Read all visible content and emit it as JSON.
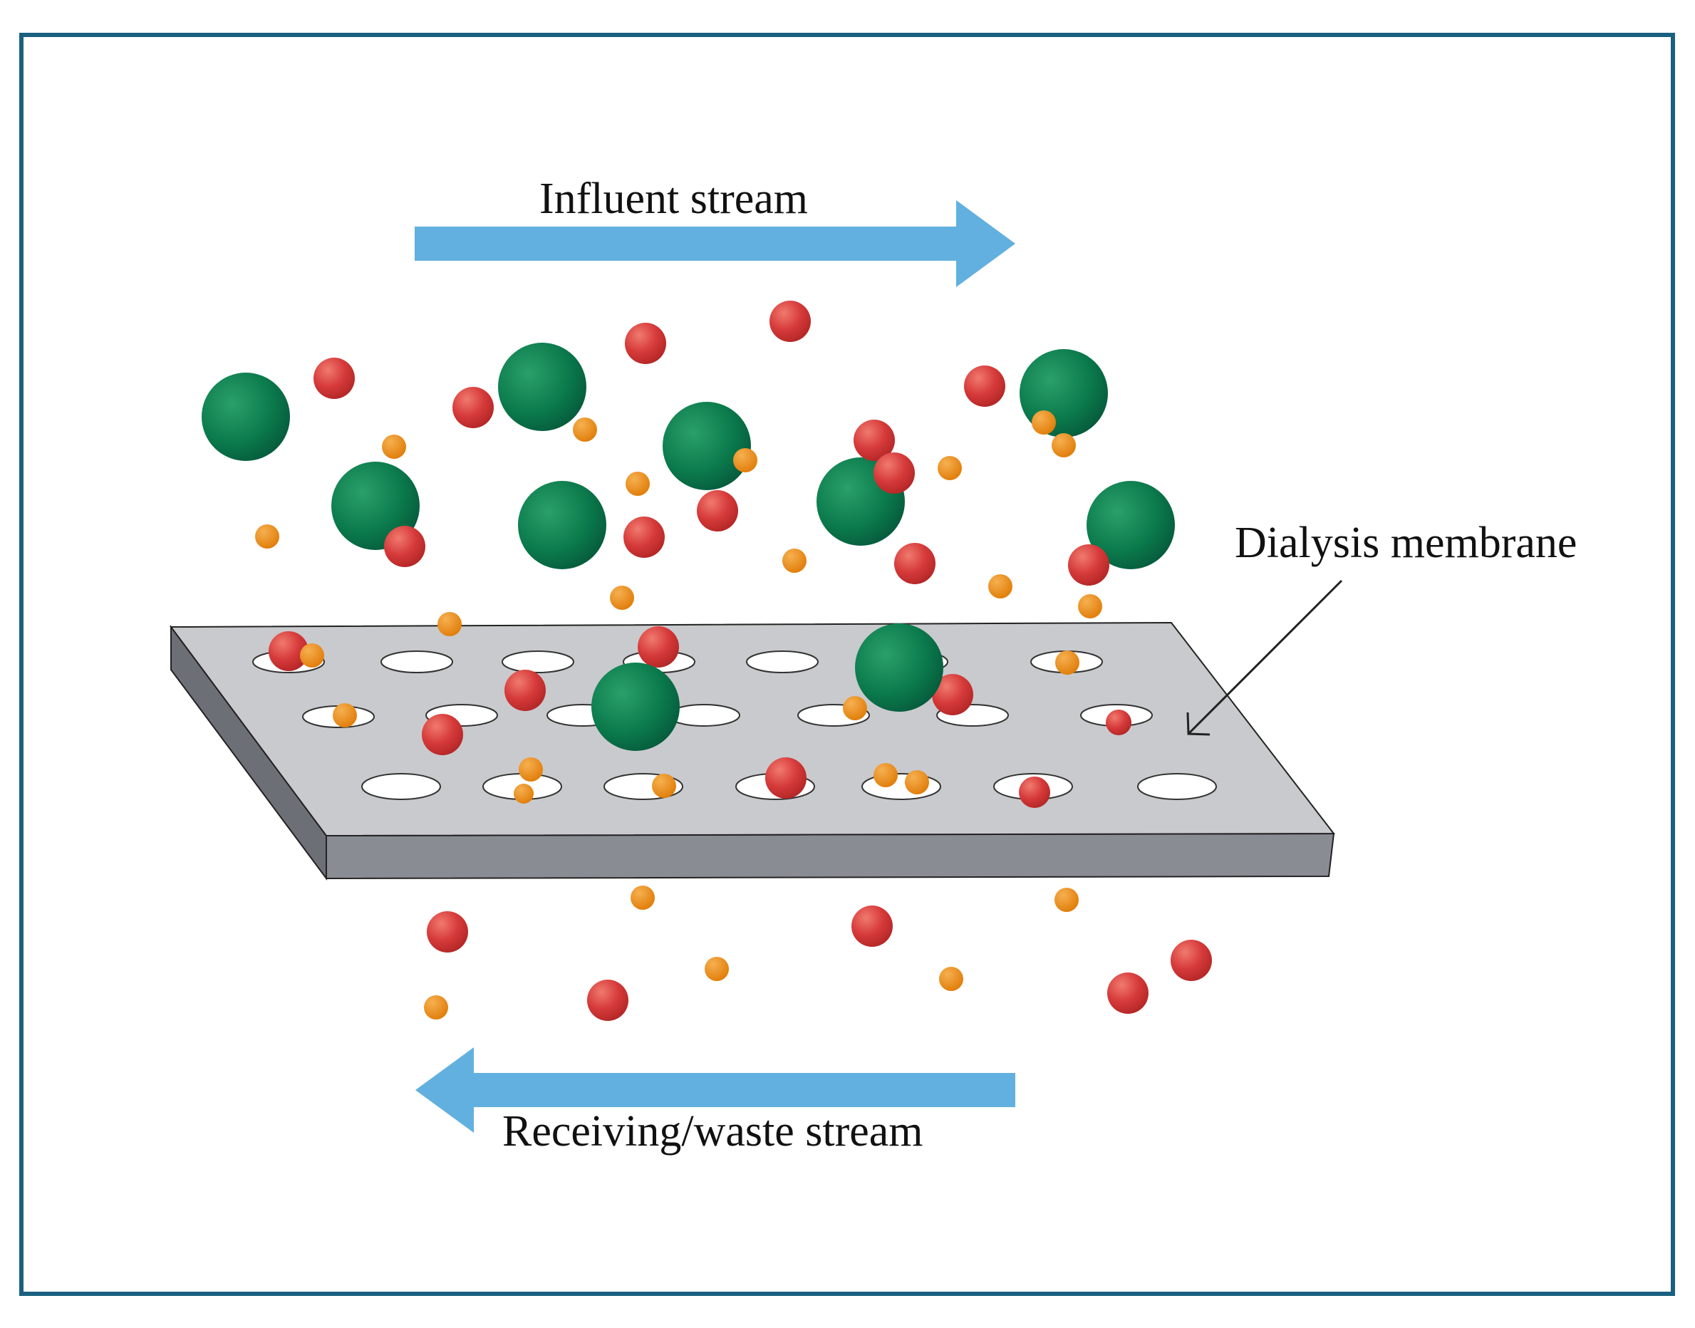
{
  "labels": {
    "influent": "Influent stream",
    "membrane": "Dialysis membrane",
    "receiving": "Receiving/waste stream"
  },
  "colors": {
    "frame": "#1a6080",
    "arrow": "#62b0df",
    "membrane_top": "#c8c9cd",
    "membrane_edge": "#868890",
    "large_particle": "#0b7a4c",
    "medium_particle": "#d63a3a",
    "small_particle": "#e8870f"
  }
}
